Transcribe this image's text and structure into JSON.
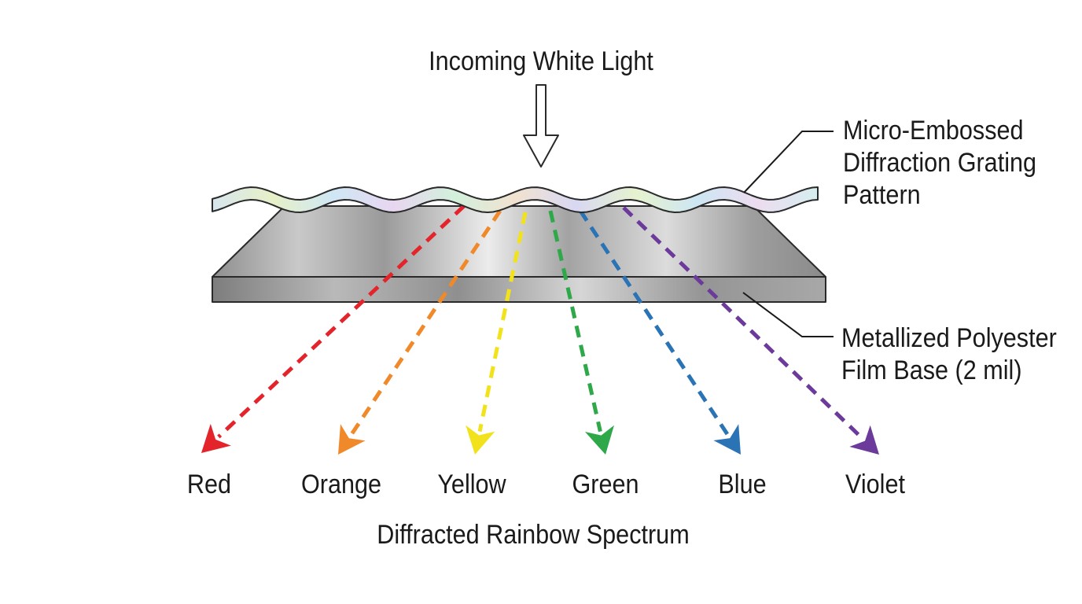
{
  "incoming_label": "Incoming White Light",
  "grating_label": [
    "Micro-Embossed",
    "Diffraction Grating",
    "Pattern"
  ],
  "base_label": [
    "Metallized Polyester",
    "Film Base (2 mil)"
  ],
  "spectrum_label": "Diffracted Rainbow Spectrum",
  "rays": [
    {
      "label": "Red",
      "color": "#e3242b"
    },
    {
      "label": "Orange",
      "color": "#f0892a"
    },
    {
      "label": "Yellow",
      "color": "#f2e21c"
    },
    {
      "label": "Green",
      "color": "#2fa84a"
    },
    {
      "label": "Blue",
      "color": "#2a73b5"
    },
    {
      "label": "Violet",
      "color": "#6b3a9a"
    }
  ],
  "colors": {
    "outline": "#2a2a2a",
    "metal_light": "#e8e8e8",
    "metal_dark": "#8a8a8a"
  }
}
